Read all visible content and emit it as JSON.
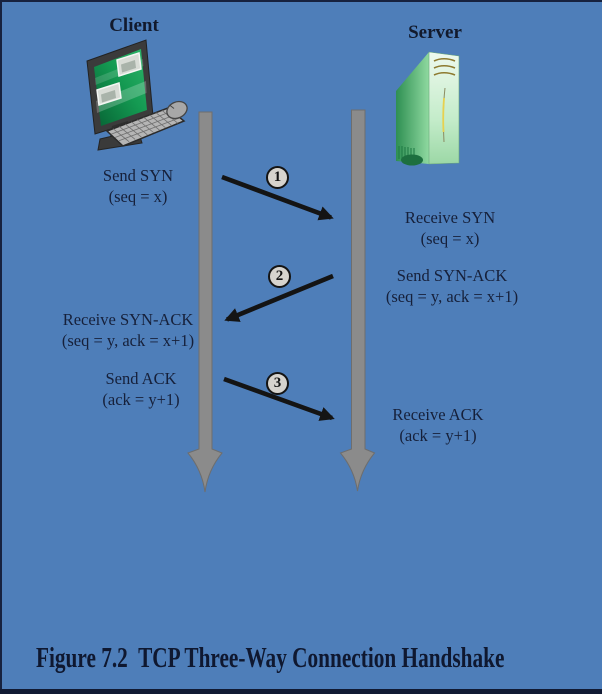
{
  "figure": {
    "caption": "Figure 7.2  TCP Three-Way Connection Handshake"
  },
  "actors": {
    "client": "Client",
    "server": "Server"
  },
  "messages": {
    "send_syn": {
      "action": "Send SYN",
      "params": "(seq = x)"
    },
    "receive_syn": {
      "action": "Receive SYN",
      "params": "(seq = x)"
    },
    "send_syn_ack": {
      "action": "Send SYN-ACK",
      "params": "(seq = y, ack = x+1)"
    },
    "receive_syn_ack": {
      "action": "Receive SYN-ACK",
      "params": "(seq = y, ack = x+1)"
    },
    "send_ack": {
      "action": "Send ACK",
      "params": "(ack = y+1)"
    },
    "receive_ack": {
      "action": "Receive ACK",
      "params": "(ack = y+1)"
    }
  },
  "step_markers": [
    "1",
    "2",
    "3"
  ],
  "icons": {
    "client": "desktop-computer-icon",
    "server": "server-tower-icon"
  },
  "colors": {
    "background": "#4e7eb9",
    "frame_border": "#17223f",
    "timeline_gray": "#8b8b8b",
    "message_arrow_black": "#141414",
    "text_dark_navy": "#16203a",
    "marker_fill": "#d7d4ce",
    "client_screen_green": "#149a52",
    "server_body_green": "#9fd9a8"
  }
}
